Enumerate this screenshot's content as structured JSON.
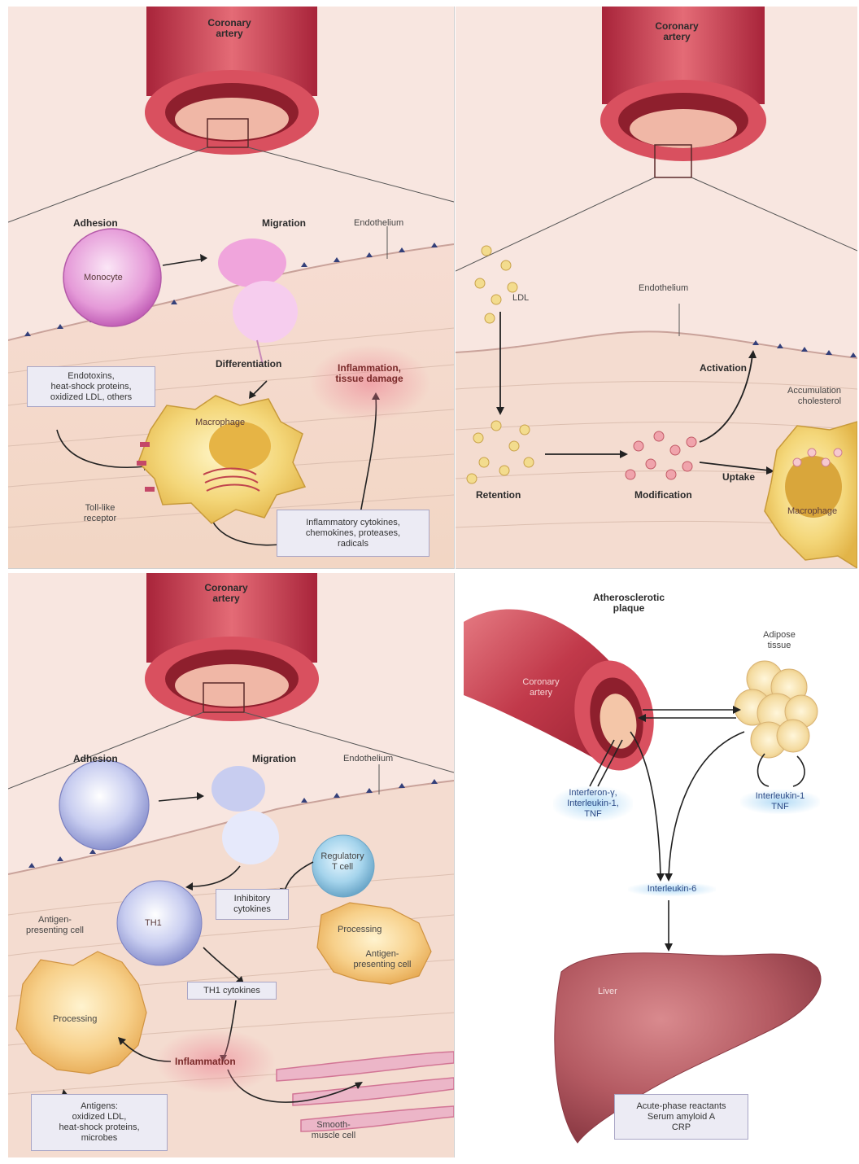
{
  "panel1": {
    "coronary_artery": [
      "Coronary",
      "artery"
    ],
    "adhesion": "Adhesion",
    "migration": "Migration",
    "endothelium": "Endothelium",
    "monocyte": "Monocyte",
    "differentiation": "Differentiation",
    "inflammation": [
      "Inflammation,",
      "tissue damage"
    ],
    "endotoxins": [
      "Endotoxins,",
      "heat-shock proteins,",
      "oxidized LDL, others"
    ],
    "macrophage": "Macrophage",
    "tlr": [
      "Toll-like",
      "receptor"
    ],
    "cytokines": [
      "Inflammatory cytokines,",
      "chemokines, proteases,",
      "radicals"
    ]
  },
  "panel2": {
    "coronary_artery": [
      "Coronary",
      "artery"
    ],
    "ldl": "LDL",
    "endothelium": "Endothelium",
    "activation": "Activation",
    "accumulation": [
      "Accumulation",
      "cholesterol"
    ],
    "retention": "Retention",
    "modification": "Modification",
    "uptake": "Uptake",
    "macrophage": "Macrophage"
  },
  "panel3": {
    "coronary_artery": [
      "Coronary",
      "artery"
    ],
    "adhesion": "Adhesion",
    "migration": "Migration",
    "endothelium": "Endothelium",
    "regulatory": [
      "Regulatory",
      "T cell"
    ],
    "th1": "TH1",
    "inhibitory": [
      "Inhibitory",
      "cytokines"
    ],
    "apc_left": [
      "Antigen-",
      "presenting cell"
    ],
    "processing_right": "Processing",
    "apc_right": [
      "Antigen-",
      "presenting cell"
    ],
    "th1_cytokines": "TH1 cytokines",
    "processing_left": "Processing",
    "inflammation": "Inflammation",
    "antigens": [
      "Antigens:",
      "oxidized LDL,",
      "heat-shock proteins,",
      "microbes"
    ],
    "smooth_muscle": [
      "Smooth-",
      "muscle cell"
    ]
  },
  "panel4": {
    "plaque": [
      "Atherosclerotic",
      "plaque"
    ],
    "adipose": [
      "Adipose",
      "tissue"
    ],
    "coronary": [
      "Coronary",
      "artery"
    ],
    "left_cytokines": [
      "Interferon-γ,",
      "Interleukin-1,",
      "TNF"
    ],
    "right_cytokines": [
      "Interleukin-1",
      "TNF"
    ],
    "il6": "Interleukin-6",
    "liver": "Liver",
    "reactants": [
      "Acute-phase reactants",
      "Serum amyloid A",
      "CRP"
    ]
  }
}
